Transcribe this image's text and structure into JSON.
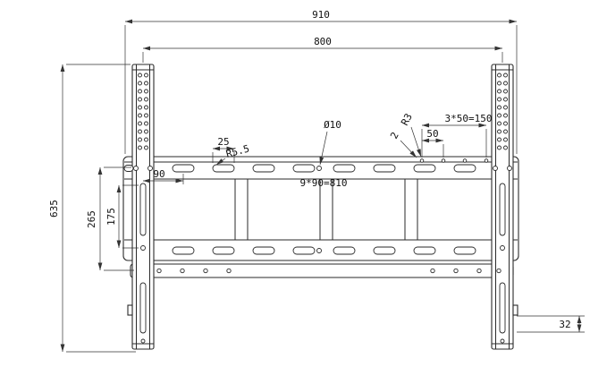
{
  "colors": {
    "background": "#ffffff",
    "line": "#2a2a2a",
    "text": "#111111"
  },
  "dims": {
    "overall_width": "910",
    "mount_span": "800",
    "overall_height": "635",
    "plate_hole_span": "265",
    "rail_slot_span": "175",
    "first_hole_offset": "90",
    "slot_length": "25",
    "slot_end_radius": "R5.5",
    "hole_diameter": "Ø10",
    "slot_pattern": "9*90=810",
    "corner_radius": "R3",
    "material_thickness": "2",
    "hole_spacing": "50",
    "hole_pattern": "3*50=150",
    "hook_height": "32"
  }
}
